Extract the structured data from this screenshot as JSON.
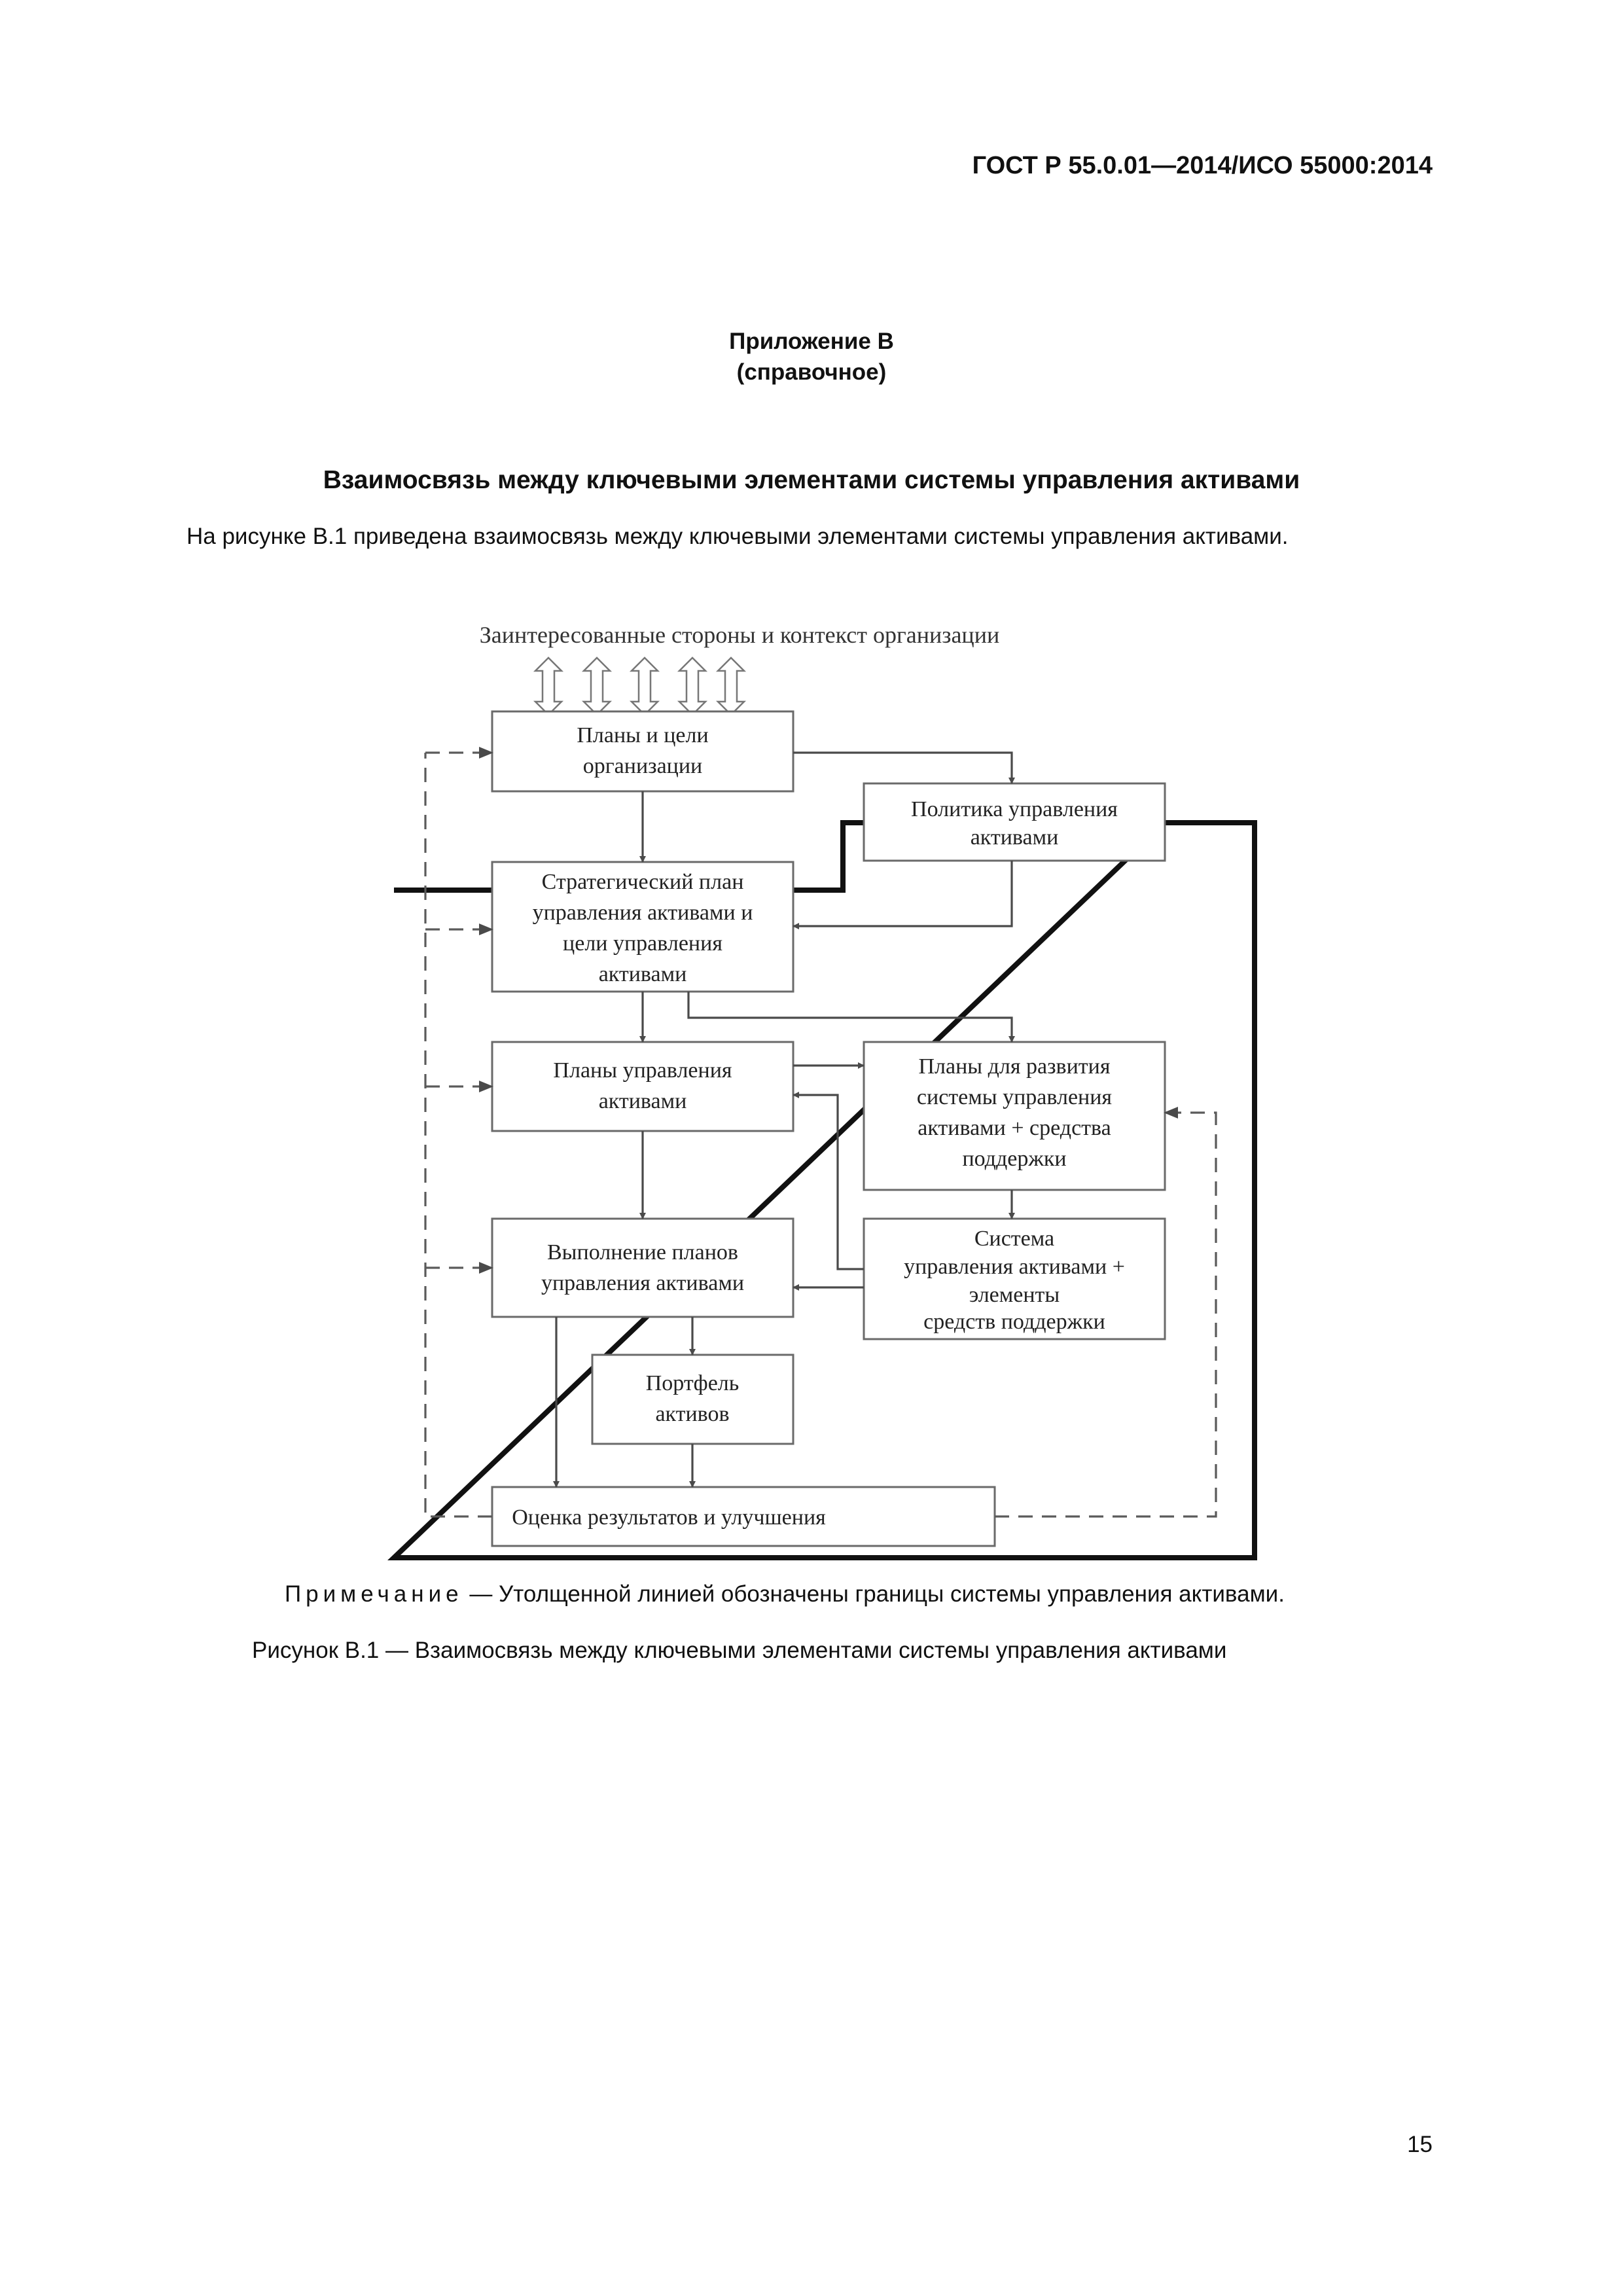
{
  "document": {
    "header": "ГОСТ Р 55.0.01—2014/ИСО 55000:2014",
    "appendix_line1": "Приложение В",
    "appendix_line2": "(справочное)",
    "section_title": "Взаимосвязь между ключевыми элементами системы управления активами",
    "intro_text": "На рисунке В.1 приведена взаимосвязь между ключевыми элементами системы управления активами.",
    "note_label": "Примечание",
    "note_text": " — Утолщенной линией обозначены границы системы управления активами.",
    "figure_caption": "Рисунок В.1 — Взаимосвязь между ключевыми элементами системы управления активами",
    "page_number": "15"
  },
  "diagram": {
    "context_label": "Заинтересованные стороны и контекст организации",
    "boxes": {
      "org_plans": [
        "Планы и цели",
        "организации"
      ],
      "am_policy": [
        "Политика  управления",
        "активами"
      ],
      "strategic_plan": [
        "Стратегический план",
        "управления активами и",
        "цели управления",
        "активами"
      ],
      "am_plans": [
        "Планы управления",
        "активами"
      ],
      "dev_plans": [
        "Планы для развития",
        "системы управления",
        "активами + средства",
        "поддержки"
      ],
      "execution": [
        "Выполнение планов",
        "управления активами"
      ],
      "ams_system": [
        "Система",
        "управления активами +",
        "элементы",
        "средств поддержки"
      ],
      "portfolio": [
        "Портфель",
        "активов"
      ],
      "evaluation": [
        "Оценка результатов   и улучшения"
      ]
    }
  }
}
